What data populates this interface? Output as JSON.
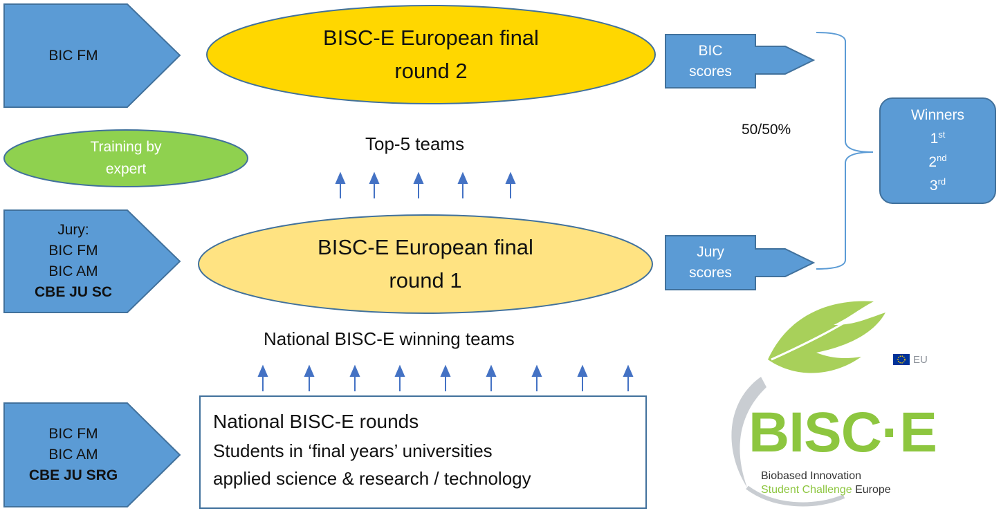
{
  "left_arrows": {
    "top": {
      "lines": [
        "BIC FM"
      ]
    },
    "middle": {
      "lines": [
        "Jury:",
        "BIC FM",
        "BIC AM"
      ],
      "bold_line": "CBE JU SC"
    },
    "bottom": {
      "lines": [
        "BIC FM",
        "BIC AM"
      ],
      "bold_line": "CBE JU SRG"
    }
  },
  "ovals": {
    "round2": {
      "line1": "BISC-E European final",
      "line2": "round 2",
      "fill": "#FFD700"
    },
    "round1": {
      "line1": "BISC-E European final",
      "line2": "round 1",
      "fill": "#FFE382"
    },
    "training": {
      "line1": "Training by",
      "line2": "expert",
      "fill": "#8FD14F"
    }
  },
  "labels": {
    "top5": "Top-5 teams",
    "national_winners": "National BISC-E winning teams",
    "split": "50/50%"
  },
  "score_arrows": {
    "bic": {
      "line1": "BIC",
      "line2": "scores"
    },
    "jury": {
      "line1": "Jury",
      "line2": "scores"
    }
  },
  "winners": {
    "title": "Winners",
    "places": [
      {
        "num": "1",
        "suffix": "st"
      },
      {
        "num": "2",
        "suffix": "nd"
      },
      {
        "num": "3",
        "suffix": "rd"
      }
    ]
  },
  "national_box": {
    "title": "National BISC-E rounds",
    "line1": "Students in ‘final years’ universities",
    "line2": "applied science & research / technology"
  },
  "logo": {
    "wordmark": "BISC·E",
    "eu": "EU",
    "tagline1": "Biobased Innovation",
    "tagline2a": "Student Challenge",
    "tagline2b": "Europe"
  },
  "colors": {
    "blue": "#5B9BD5",
    "blue_border": "#41719C",
    "green_text": "#8DC63F"
  }
}
